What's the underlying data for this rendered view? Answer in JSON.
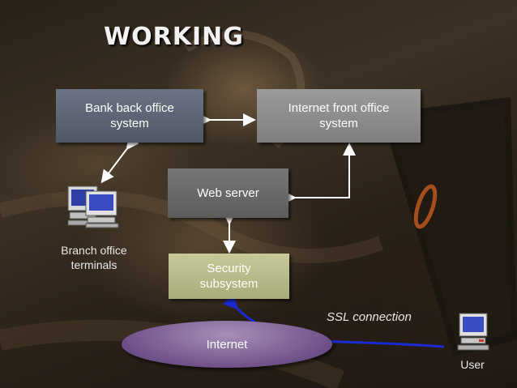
{
  "slide": {
    "title": "WORKING",
    "nodes": {
      "bank": {
        "line1": "Bank back office",
        "line2": "system"
      },
      "front": {
        "line1": "Internet front office",
        "line2": "system"
      },
      "web": {
        "label": "Web server"
      },
      "security": {
        "line1": "Security",
        "line2": "subsystem"
      },
      "internet": {
        "label": "Internet"
      }
    },
    "branch": {
      "line1": "Branch office",
      "line2": "terminals"
    },
    "user": {
      "label": "User"
    },
    "ssl": {
      "label": "SSL connection"
    }
  },
  "colors": {
    "bank_box": "#5d6575",
    "front_box": "#8d8d8d",
    "web_box": "#6a6a6a",
    "security_box": "#b8ba88",
    "internet_ellipse": "#7a5a94",
    "ssl_line": "#1a2bd6",
    "connector": "#ffffff"
  },
  "icons": {
    "branch": "computer-terminals-icon",
    "user": "computer-icon"
  }
}
